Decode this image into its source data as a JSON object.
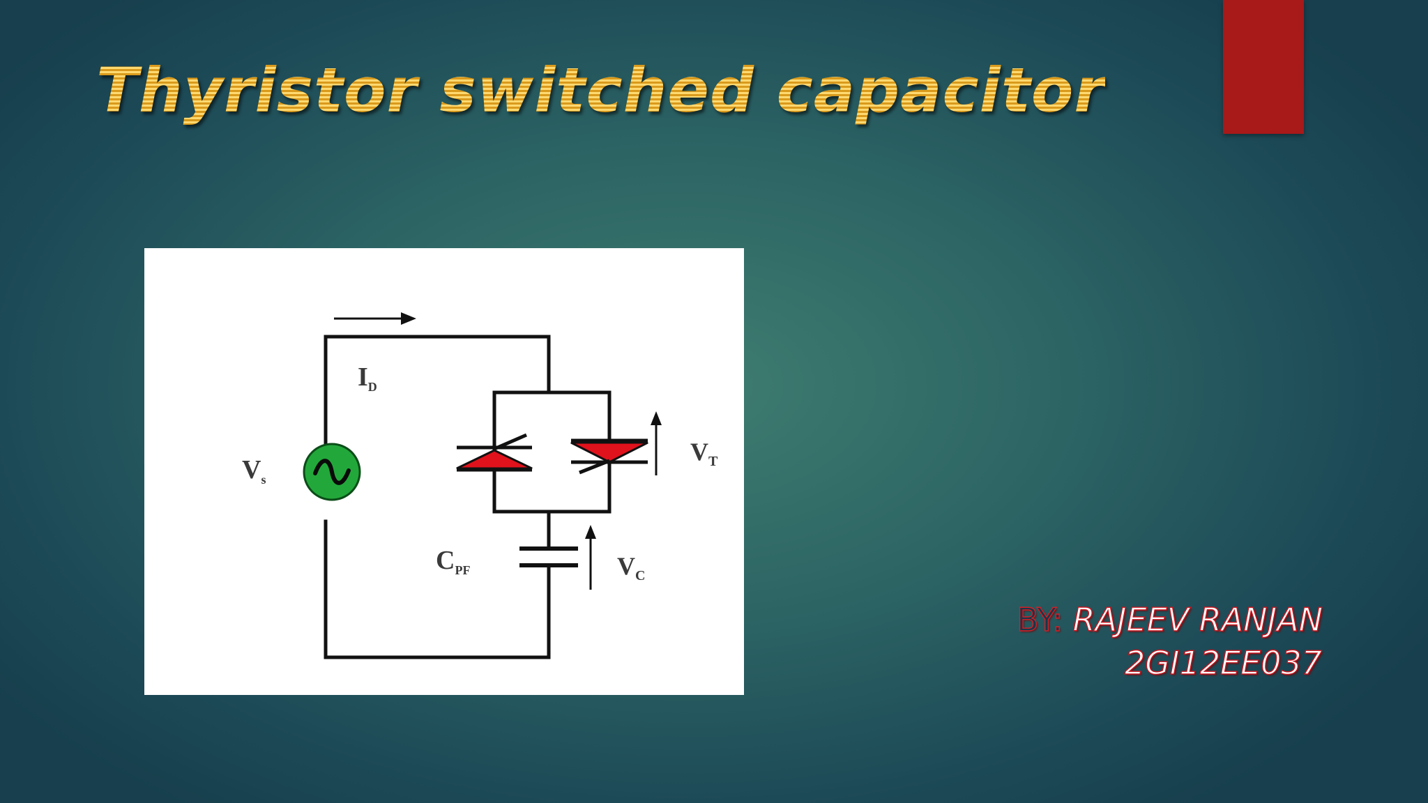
{
  "slide": {
    "title": "Thyristor switched capacitor",
    "colors": {
      "background": "#2c6464",
      "title": "#f0b43a",
      "accent_bar": "#a8191a",
      "credit_outline": "#c8151e",
      "source_fill": "#22a83a",
      "thyristor_fill": "#e0121c"
    }
  },
  "diagram": {
    "labels": {
      "current": "I",
      "current_sub": "D",
      "source_voltage": "V",
      "source_voltage_sub": "s",
      "thyristor_voltage": "V",
      "thyristor_voltage_sub": "T",
      "capacitor": "C",
      "capacitor_sub": "PF",
      "capacitor_voltage": "V",
      "capacitor_voltage_sub": "C"
    },
    "icons": {
      "source": "ac-source-icon",
      "thyristor_left": "thyristor-icon",
      "thyristor_right": "thyristor-icon",
      "capacitor": "capacitor-icon"
    }
  },
  "credit": {
    "by_label": "BY:",
    "name": "RAJEEV RANJAN",
    "id": "2GI12EE037"
  }
}
